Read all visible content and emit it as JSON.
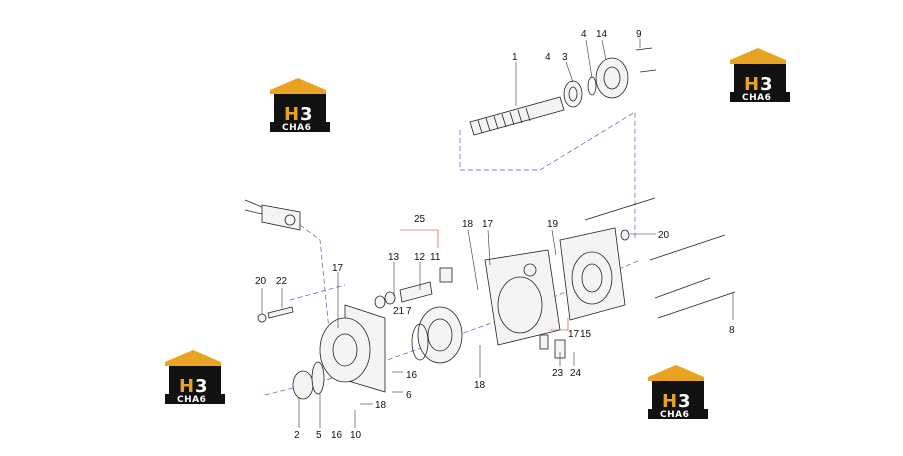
{
  "logos": [
    {
      "id": "logo-1",
      "main_left": "H",
      "main_right": "3",
      "sub": "CHA6"
    },
    {
      "id": "logo-2",
      "main_left": "H",
      "main_right": "3",
      "sub": "CHA6"
    },
    {
      "id": "logo-3",
      "main_left": "H",
      "main_right": "3",
      "sub": "CHA6"
    },
    {
      "id": "logo-4",
      "main_left": "H",
      "main_right": "3",
      "sub": "CHA6"
    }
  ],
  "callouts": [
    "1",
    "4",
    "3",
    "14",
    "9",
    "4",
    "25",
    "11",
    "18",
    "17",
    "19",
    "20",
    "13",
    "12",
    "21",
    "7",
    "17",
    "20",
    "22",
    "17",
    "15",
    "23",
    "24",
    "8",
    "16",
    "6",
    "18",
    "10",
    "2",
    "5",
    "16",
    "18"
  ],
  "colors": {
    "accent": "#e8a321",
    "dark": "#111111",
    "guide": "#4a5fc1",
    "leader_red": "#c0392b"
  }
}
